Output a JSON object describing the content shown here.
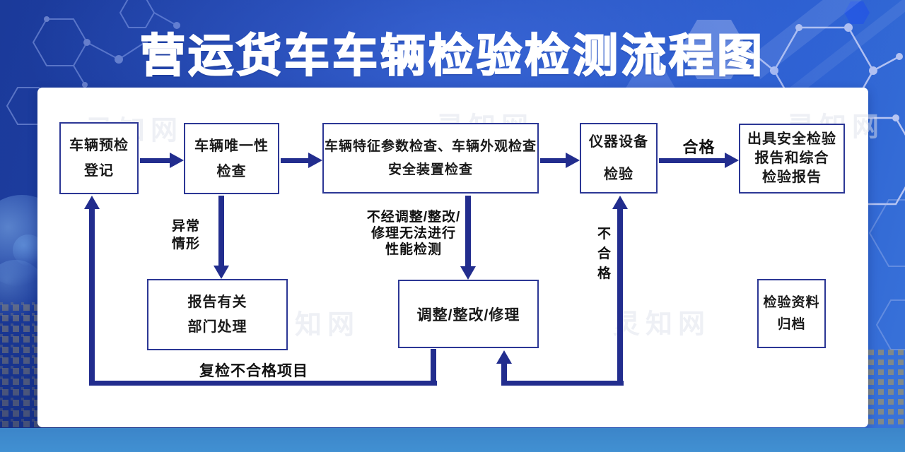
{
  "title": "营运货车车辆检验检测流程图",
  "watermark_text": "灵知网",
  "colors": {
    "background_dark_blue": "#1e41a8",
    "background_bright_blue": "#2b5fd0",
    "footer_band_blue": "#3d87cb",
    "panel_white": "#ffffff",
    "line_navy": "#222d8e",
    "box_border_navy": "#2c3795",
    "box_text": "#1a1a1a",
    "title_white": "#ffffff"
  },
  "diagram": {
    "nodes": [
      {
        "id": "pre-check-register",
        "label": "车辆预检\n登记"
      },
      {
        "id": "uniqueness-check",
        "label": "车辆唯一性\n检查"
      },
      {
        "id": "feature-appearance-safety-check",
        "label": "车辆特征参数检查、车辆外观检查\n安全装置检查"
      },
      {
        "id": "instrument-inspection",
        "label": "仪器设备\n检验"
      },
      {
        "id": "issue-reports",
        "label": "出具安全检验\n报告和综合\n检验报告"
      },
      {
        "id": "report-to-departments",
        "label": "报告有关\n部门处理"
      },
      {
        "id": "adjust-rectify-repair",
        "label": "调整/整改/修理"
      },
      {
        "id": "archive-materials",
        "label": "检验资料\n归档"
      }
    ],
    "edge_labels": {
      "qualified": "合格",
      "abnormal_case": "异常\n情形",
      "cannot_test": "不经调整/整改/\n修理无法进行\n性能检测",
      "unqualified": "不\n合\n格",
      "recheck_failed_items": "复检不合格项目"
    },
    "edges": [
      {
        "from": "pre-check-register",
        "to": "uniqueness-check",
        "label": ""
      },
      {
        "from": "uniqueness-check",
        "to": "feature-appearance-safety-check",
        "label": ""
      },
      {
        "from": "feature-appearance-safety-check",
        "to": "instrument-inspection",
        "label": ""
      },
      {
        "from": "instrument-inspection",
        "to": "issue-reports",
        "label": "合格"
      },
      {
        "from": "uniqueness-check",
        "to": "report-to-departments",
        "label": "异常情形"
      },
      {
        "from": "feature-appearance-safety-check",
        "to": "adjust-rectify-repair",
        "label": "不经调整/整改/修理无法进行性能检测"
      },
      {
        "from": "adjust-rectify-repair",
        "to": "instrument-inspection",
        "label": "不合格"
      },
      {
        "from": "adjust-rectify-repair",
        "to": "pre-check-register",
        "label": "复检不合格项目"
      }
    ]
  }
}
